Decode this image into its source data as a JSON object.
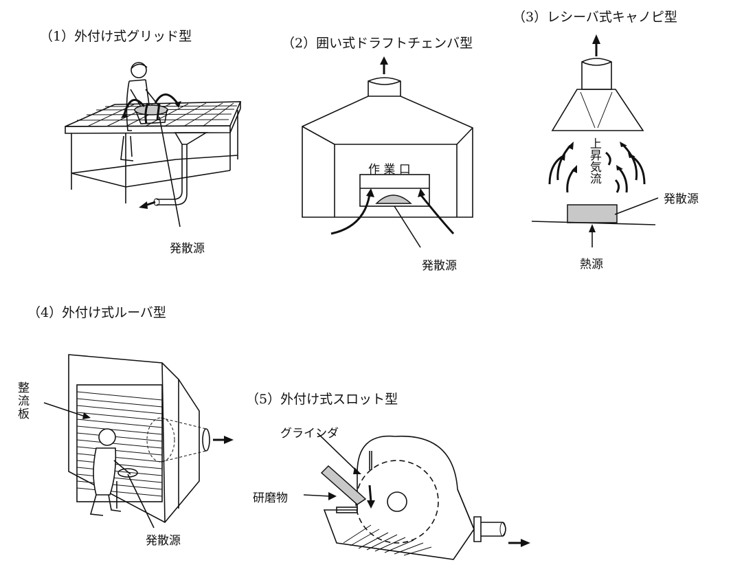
{
  "panel1": {
    "title": "（1）外付け式グリッド型",
    "source_label": "発散源"
  },
  "panel2": {
    "title": "（2）囲い式ドラフトチェンバ型",
    "opening_label": "作 業 口",
    "source_label": "発散源"
  },
  "panel3": {
    "title": "（3）レシーバ式キャノピ型",
    "airflow_label": "上昇気流",
    "source_label": "発散源",
    "heat_label": "熱源"
  },
  "panel4": {
    "title": "（4）外付け式ルーバ型",
    "baffle_label": "整流板",
    "source_label": "発散源"
  },
  "panel5": {
    "title": "（5）外付け式スロット型",
    "grinder_label": "グラインダ",
    "workpiece_label": "研磨物"
  },
  "colors": {
    "line": "#111111",
    "source_fill": "#c8c8c8",
    "background": "#ffffff"
  },
  "icons": [
    "exhaust-arrow-icon",
    "airflow-arrow-icon",
    "worker-figure-icon"
  ]
}
